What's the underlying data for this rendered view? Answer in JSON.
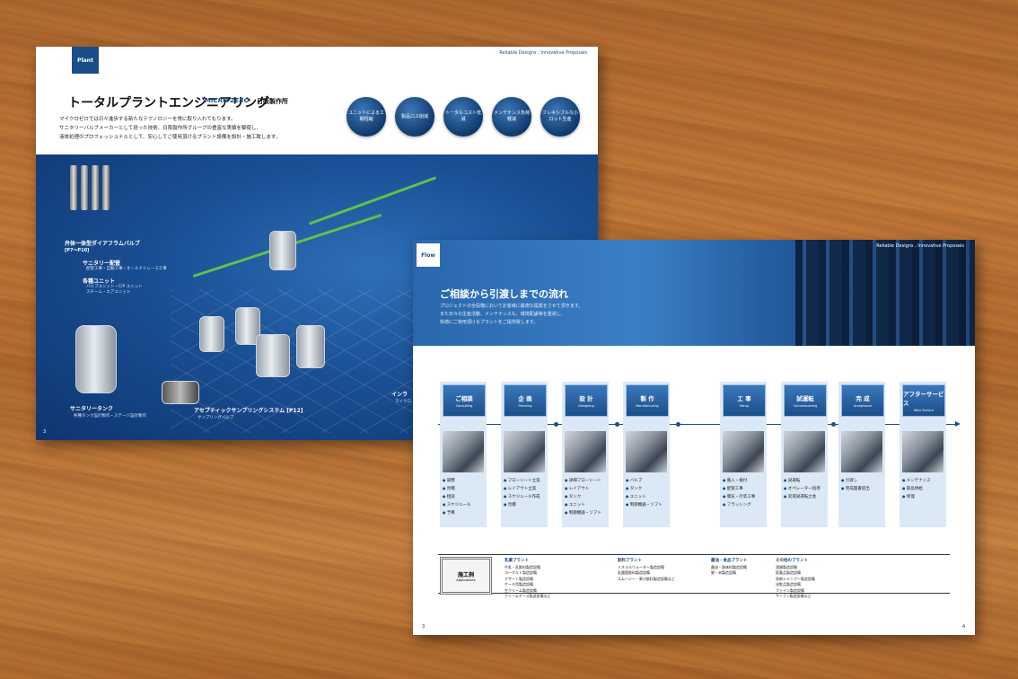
{
  "left": {
    "tag": "Plant",
    "topright": "Reliable Designs , Innovative Proposals",
    "title": "トータルプラントエンジニアリング",
    "brand1": "MICRO ZERO",
    "brand2": "日阪製作所",
    "desc": [
      "マイクロゼロでは日々進歩する新たなテクノロジーを常に取り入れてもります。",
      "サニタリーバルブメーカーとして培った技術、日阪製作所グループの豊富な実績を駆使し、",
      "液体処理のプロフェッショナルとして、安心してご使用頂けるプラント設備を設計・施工致します。"
    ],
    "circles": [
      "ユニットによる工期短縮",
      "製品ロス削減",
      "トータルコスト低減",
      "メンテナンス負荷軽減",
      "フレキシブルな小ロット生産"
    ],
    "labels": {
      "valve": "弁体一体型ダイアフラムバルブ",
      "valve_sub": "[P7〜P10]",
      "piping": "サニタリー配管",
      "piping_sub": "配管工事・自動工事・オールドトレース工事",
      "unit": "各種ユニット",
      "unit_sub1": "バルブユニット・CIP ユニット",
      "unit_sub2": "スチーム・エアユニット",
      "tank": "サニタリータンク",
      "tank_sub": "各種タンク設計製作・ステージ設計製作",
      "sampling": "アセプティックサンプリングシステム [P12]",
      "sampling_sub": "サンプリングバルブ",
      "inline": "インラ",
      "inline_sub": "マイクロ"
    },
    "page_number": "3"
  },
  "right": {
    "tag": "Flow",
    "topright": "Reliable Designs , Innovative Proposals",
    "title": "ご相談から引渡しまでの流れ",
    "desc": [
      "プロジェクトの全段階においてお客様に最適な提案をさせて頂きます。",
      "また日々の生産活動、メンテナンスも、環境配慮等を重視し、",
      "快適にご使用頂けるプラントをご提供致します。"
    ],
    "steps": [
      {
        "ja": "ご相談",
        "en": "Consulting",
        "items": [
          "調整",
          "見積",
          "相談",
          "スケジュール",
          "予算"
        ]
      },
      {
        "ja": "企 画",
        "en": "Planning",
        "items": [
          "フローシート立案",
          "レイアウト立案",
          "スケジュール作成",
          "見積"
        ]
      },
      {
        "ja": "設 計",
        "en": "Designing",
        "items": [
          "詳細フローシート",
          "レイアウト",
          "タンク",
          "ユニット",
          "制御機器・ソフト"
        ]
      },
      {
        "ja": "製 作",
        "en": "Manufacturing",
        "items": [
          "バルブ",
          "タンク",
          "ユニット",
          "制御機器・ソフト"
        ]
      },
      {
        "ja": "工 事",
        "en": "Setup",
        "items": [
          "搬入・据付",
          "配管工事",
          "電気・計装工事",
          "フラッシング"
        ]
      },
      {
        "ja": "試運転",
        "en": "Commissioning",
        "items": [
          "試運転",
          "オペレーター指導",
          "実液試運転立会"
        ]
      },
      {
        "ja": "完 成",
        "en": "Acceptance",
        "items": [
          "引渡し",
          "完成図書提出"
        ]
      },
      {
        "ja": "アフターサービス",
        "en": "After Service",
        "items": [
          "メンテナンス",
          "部品供給",
          "修理"
        ]
      }
    ],
    "cases": {
      "title": "施工例",
      "title_en": "Applications",
      "cols": [
        {
          "head": "乳業プラント",
          "items": [
            "牛乳・乳飲料製造設備",
            "ヨーグルト製造設備",
            "デザート製造設備",
            "ケーキ用製造設備",
            "生クリーム製造設備",
            "クリームチーズ製造設備など"
          ]
        },
        {
          "head": "飲料プラント",
          "items": [
            "ミネラルウォーター製造設備",
            "乳酸菌飲料製造設備",
            "スムージー・果汁飲料製造設備など"
          ]
        },
        {
          "head": "醤油・食品プラント",
          "items": [
            "醤油・調味料製造設備",
            "粥・米製造設備"
          ]
        },
        {
          "head": "その他のプラント",
          "items": [
            "酒類製造設備",
            "医薬品製造設備",
            "洗剤シャンプー製造設備",
            "化粧品製造設備",
            "ファイン製造設備",
            "サーブン製造設備など"
          ]
        }
      ]
    },
    "page_left": "3",
    "page_right": "4"
  }
}
